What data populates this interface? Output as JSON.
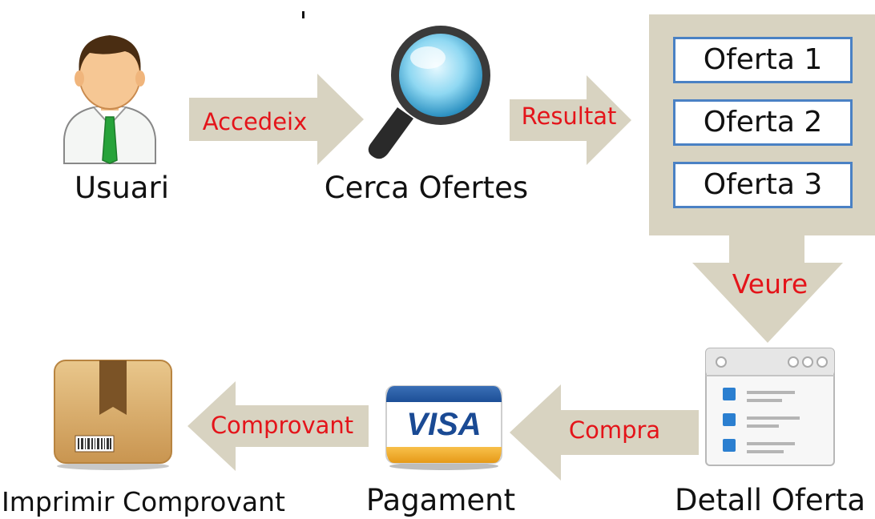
{
  "nodes": {
    "user": "Usuari",
    "search": "Cerca Ofertes",
    "detail": "Detall Oferta",
    "payment": "Pagament",
    "print": "Imprimir Comprovant"
  },
  "arrows": {
    "access": "Accedeix",
    "result": "Resultat",
    "view": "Veure",
    "buy": "Compra",
    "receipt": "Comprovant"
  },
  "offers": [
    "Oferta 1",
    "Oferta 2",
    "Oferta 3"
  ],
  "card_brand": "VISA",
  "colors": {
    "arrow_fill": "#d8d3c1",
    "arrow_text": "#e4141a",
    "offer_border": "#4a81c4"
  }
}
